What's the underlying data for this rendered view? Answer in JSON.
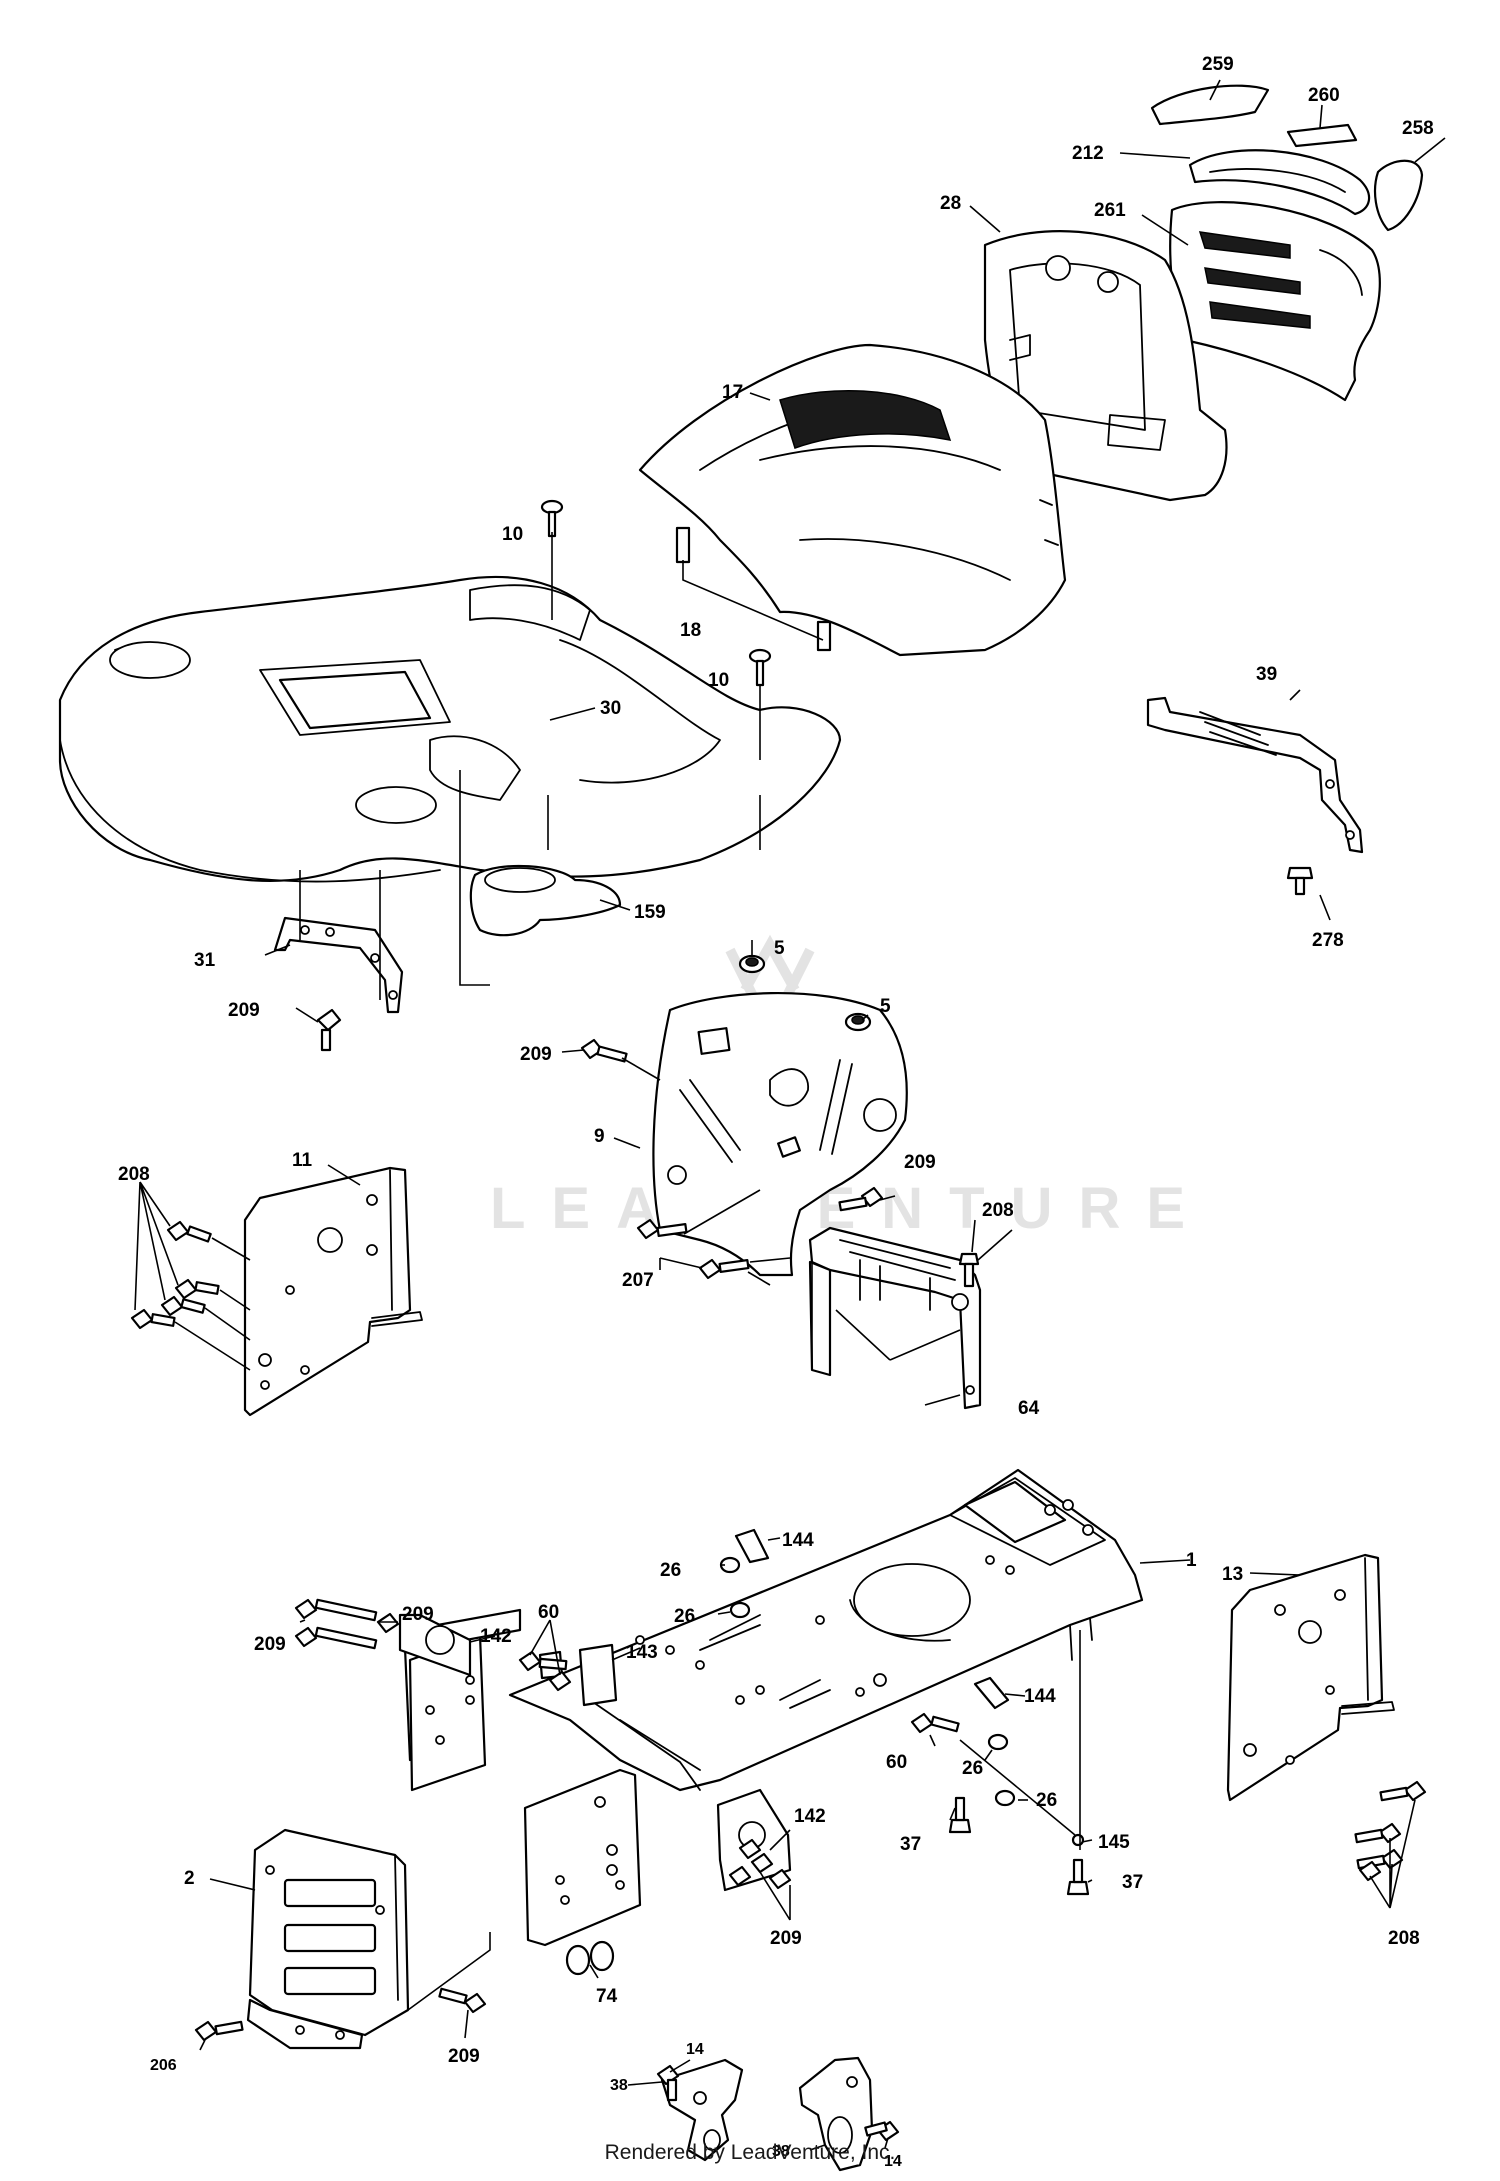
{
  "watermark": "LEADVENTURE",
  "footer": "Rendered by LeadVenture, Inc.",
  "callouts": {
    "c259": "259",
    "c260": "260",
    "c212": "212",
    "c258": "258",
    "c28": "28",
    "c261": "261",
    "c17": "17",
    "c10a": "10",
    "c10b": "10",
    "c18": "18",
    "c30": "30",
    "c39": "39",
    "c278": "278",
    "c159": "159",
    "c31": "31",
    "c209a": "209",
    "c5a": "5",
    "c5b": "5",
    "c209b": "209",
    "c9": "9",
    "c209c": "209",
    "c208a": "208",
    "c11": "11",
    "c208b": "208",
    "c207": "207",
    "c64": "64",
    "c144a": "144",
    "c26a": "26",
    "c1": "1",
    "c13": "13",
    "c26b": "26",
    "c209d": "209",
    "c209e": "209",
    "c142a": "142",
    "c60a": "60",
    "c143": "143",
    "c144b": "144",
    "c60b": "60",
    "c26c": "26",
    "c26d": "26",
    "c145": "145",
    "c37a": "37",
    "c37b": "37",
    "c142b": "142",
    "c208c": "208",
    "c2": "2",
    "c209f": "209",
    "c74": "74",
    "c209g": "209",
    "c206": "206",
    "c14a": "14",
    "c38a": "38",
    "c38b": "38",
    "c14b": "14"
  }
}
